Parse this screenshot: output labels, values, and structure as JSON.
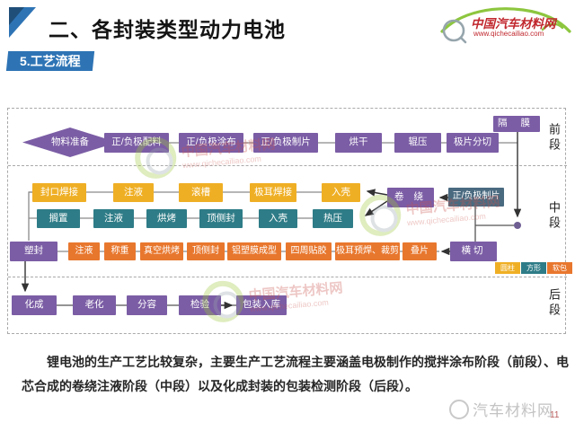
{
  "header": {
    "title": "二、各封装类型动力电池",
    "badge": "5.工艺流程"
  },
  "brand": {
    "name": "中国汽车材料网",
    "url": "www.qichecailiao.com"
  },
  "watermark": {
    "name": "中国汽车材料网",
    "url": "www.qichecailiao.com"
  },
  "flow": {
    "sections": [
      {
        "label": "前段"
      },
      {
        "label": "中段"
      },
      {
        "label": "后段"
      }
    ],
    "front": {
      "start": "物料准备",
      "nodes": [
        "正/负极配料",
        "正/负极涂布",
        "正/负极制片",
        "烘干",
        "辊压",
        "极片分切"
      ],
      "separator": "隔 膜"
    },
    "mid": {
      "cylinder_row": [
        "封口焊接",
        "注液",
        "滚槽",
        "极耳焊接",
        "入壳"
      ],
      "prismatic_row": [
        "搁置",
        "注液",
        "烘烤",
        "顶侧封",
        "入壳",
        "热压"
      ],
      "winding": "卷 绕",
      "electrode": "正/负极制片"
    },
    "pouch": {
      "seal": "塑封",
      "nodes": [
        "注液",
        "称重",
        "真空烘烤",
        "顶侧封",
        "铝塑膜成型",
        "四周贴胶",
        "极耳预焊、裁剪",
        "叠片"
      ],
      "crosscut": "横切"
    },
    "back": {
      "nodes": [
        "化成",
        "老化",
        "分容",
        "检验",
        "包装入库"
      ]
    },
    "legend": [
      {
        "label": "圆柱",
        "color": "#EFAF25"
      },
      {
        "label": "方形",
        "color": "#2E7C87"
      },
      {
        "label": "软包",
        "color": "#E8772E"
      }
    ]
  },
  "footer": {
    "paragraph": "锂电池的生产工艺比较复杂，主要生产工艺流程主要涵盖电极制作的搅拌涂布阶段（前段）、电芯合成的卷绕注液阶段（中段）以及化成封装的包装检测阶段（后段）。",
    "logo": "汽车材料网",
    "page": "11"
  }
}
